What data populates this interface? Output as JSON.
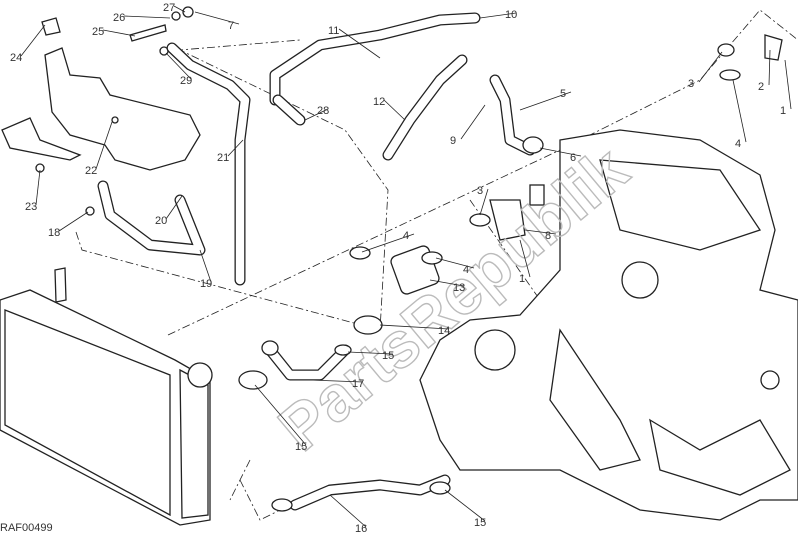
{
  "diagram": {
    "reference_code": "RAF00499",
    "watermark": "PartsRepublik",
    "callouts": [
      "24",
      "27",
      "26",
      "7",
      "25",
      "29",
      "22",
      "23",
      "18",
      "20",
      "21",
      "19",
      "11",
      "10",
      "28",
      "12",
      "9",
      "5",
      "6",
      "3",
      "3",
      "2",
      "1",
      "4",
      "4",
      "4",
      "8",
      "1",
      "13",
      "14",
      "15",
      "17",
      "15",
      "16",
      "15"
    ]
  }
}
